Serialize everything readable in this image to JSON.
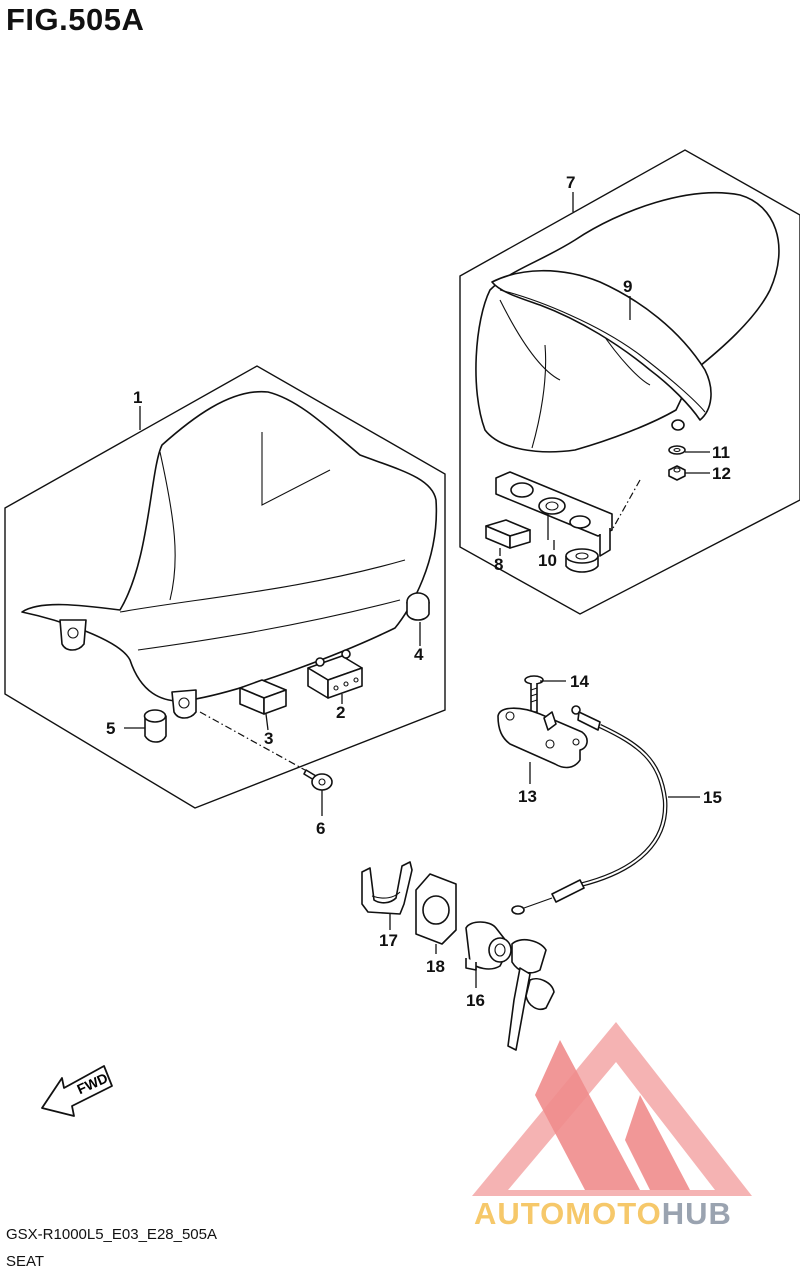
{
  "figure": {
    "title": "FIG.505A"
  },
  "footer": {
    "model_code": "GSX-R1000L5_E03_E28_505A",
    "section": "SEAT"
  },
  "direction_arrow": {
    "label": "FWD"
  },
  "watermark": {
    "part1": "AUTOMOTO",
    "part2": "HUB",
    "color_primary": "#f08c8c",
    "color_secondary": "#f6c86a"
  },
  "callouts": [
    {
      "id": "1",
      "label": "1"
    },
    {
      "id": "2",
      "label": "2"
    },
    {
      "id": "3",
      "label": "3"
    },
    {
      "id": "4",
      "label": "4"
    },
    {
      "id": "5",
      "label": "5"
    },
    {
      "id": "6",
      "label": "6"
    },
    {
      "id": "7",
      "label": "7"
    },
    {
      "id": "8",
      "label": "8"
    },
    {
      "id": "9",
      "label": "9"
    },
    {
      "id": "10",
      "label": "10"
    },
    {
      "id": "11",
      "label": "11"
    },
    {
      "id": "12",
      "label": "12"
    },
    {
      "id": "13",
      "label": "13"
    },
    {
      "id": "14",
      "label": "14"
    },
    {
      "id": "15",
      "label": "15"
    },
    {
      "id": "16",
      "label": "16"
    },
    {
      "id": "17",
      "label": "17"
    },
    {
      "id": "18",
      "label": "18"
    }
  ]
}
